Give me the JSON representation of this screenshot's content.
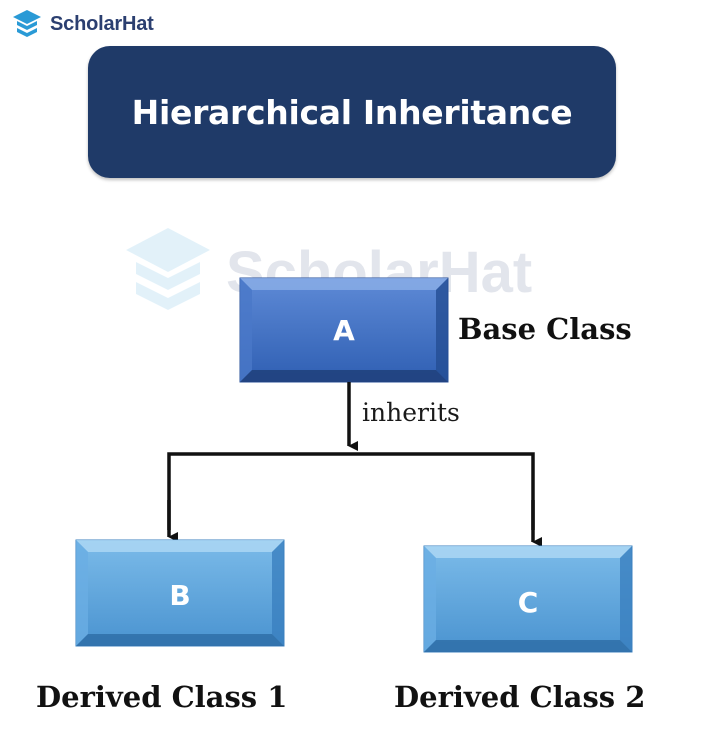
{
  "logo": {
    "text": "ScholarHat",
    "icon": "scholarhat-logo-icon"
  },
  "title": "Hierarchical Inheritance",
  "watermark": {
    "text": "ScholarHat"
  },
  "diagram": {
    "nodes": [
      {
        "id": "A",
        "label": "A",
        "caption": "Base Class",
        "role": "base"
      },
      {
        "id": "B",
        "label": "B",
        "caption": "Derived Class 1",
        "role": "derived"
      },
      {
        "id": "C",
        "label": "C",
        "caption": "Derived Class 2",
        "role": "derived"
      }
    ],
    "edge_label": "inherits"
  },
  "colors": {
    "banner": "#1f3a68",
    "base_box": "#3f6fc4",
    "derived_box": "#5ba3dc",
    "arrow": "#111111"
  }
}
